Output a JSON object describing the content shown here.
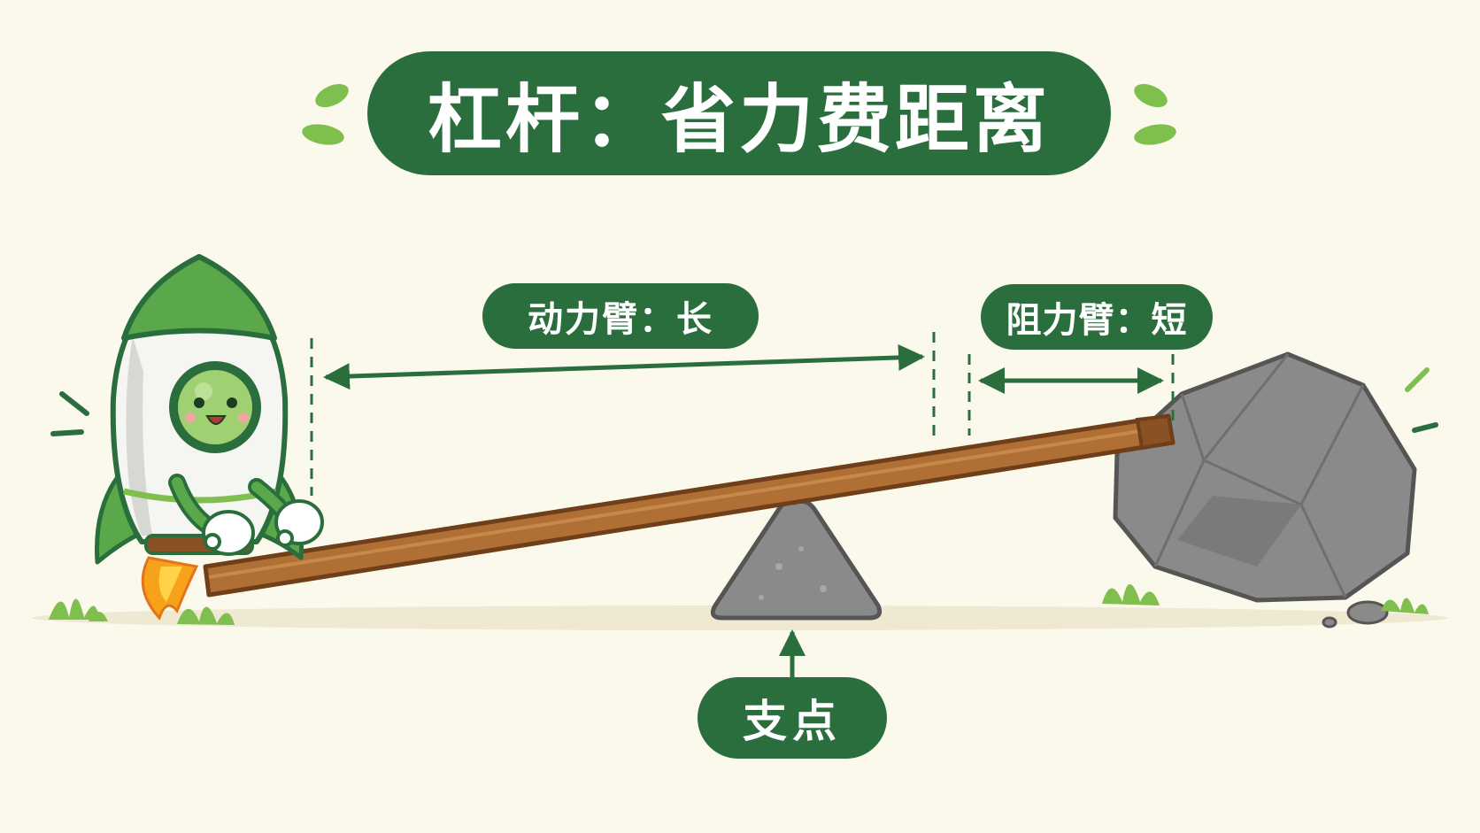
{
  "title": "杠杆：省力费距离",
  "labels": {
    "effort_arm": "动力臂：长",
    "load_arm": "阻力臂：短",
    "fulcrum": "支点"
  },
  "colors": {
    "background": "#fbf8ec",
    "pill_green": "#2a6e3d",
    "leaf_green": "#7fbf4d",
    "lever_brown": "#a0642b",
    "rock_gray": "#8a8a8a"
  },
  "icons": [
    "rocket-mascot-icon",
    "rock-icon",
    "fulcrum-triangle-icon",
    "grass-icon",
    "leaf-icon",
    "arrow-icon"
  ]
}
